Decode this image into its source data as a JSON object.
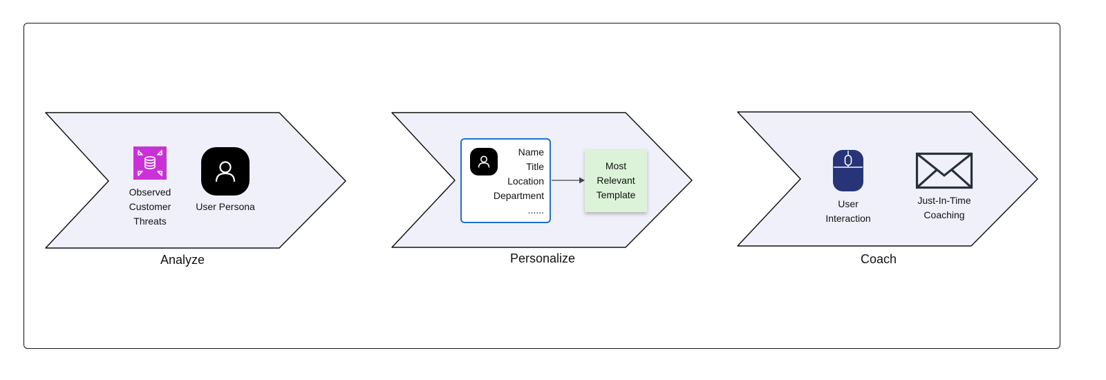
{
  "stages": [
    {
      "label": "Analyze",
      "items": [
        {
          "label": "Observed\nCustomer\nThreats",
          "icon": "database-scan-icon"
        },
        {
          "label": "User Persona",
          "icon": "user-persona-icon"
        }
      ]
    },
    {
      "label": "Personalize",
      "profile_card": {
        "icon": "user-avatar-icon",
        "fields": [
          "Name",
          "Title",
          "Location",
          "Department",
          "......"
        ]
      },
      "template_note": "Most\nRelevant\nTemplate"
    },
    {
      "label": "Coach",
      "items": [
        {
          "label": "User\nInteraction",
          "icon": "mouse-icon"
        },
        {
          "label": "Just-In-Time\nCoaching",
          "icon": "envelope-icon"
        }
      ]
    }
  ],
  "colors": {
    "chevron_fill": "#f0f0fb",
    "aws_icon": "#c931d6",
    "card_border": "#1f6ecd",
    "note_fill": "#ddf3d9",
    "mouse_fill": "#273478",
    "envelope_stroke": "#24313b"
  }
}
